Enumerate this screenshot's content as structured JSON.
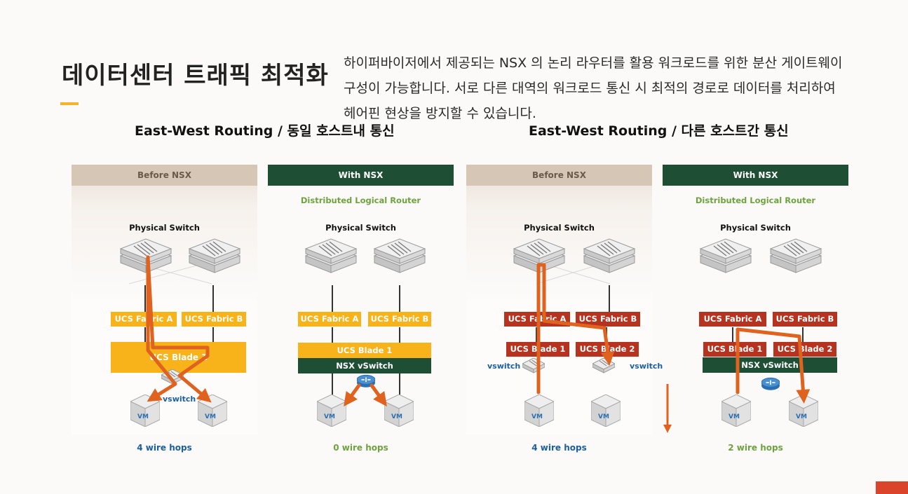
{
  "slide": {
    "title": "데이터센터 트래픽 최적화",
    "description_lines": [
      "하이퍼바이저에서 제공되는 NSX 의 논리 라우터를 활용 워크로드를 위한 분산 게이트웨이",
      "구성이 가능합니다. 서로 다른 대역의 워크로드 통신 시 최적의 경로로 데이터를 처리하여",
      "헤어핀 현상을 방지할 수 있습니다."
    ],
    "sections": [
      {
        "title": "East-West Routing / 동일 호스트내 통신"
      },
      {
        "title": "East-West Routing / 다른 호스트간 통신"
      }
    ],
    "panels": [
      {
        "header": "Before NSX",
        "physical_switch": "Physical Switch",
        "fabric_a": "UCS Fabric A",
        "fabric_b": "UCS Fabric B",
        "blade": "UCS Blade 1",
        "vswitch": "vswitch",
        "vm": "VM",
        "hops": "4 wire hops"
      },
      {
        "header": "With NSX",
        "dlr": "Distributed Logical Router",
        "physical_switch": "Physical Switch",
        "fabric_a": "UCS Fabric A",
        "fabric_b": "UCS Fabric B",
        "blade": "UCS Blade 1",
        "nsx_vswitch": "NSX vSwitch",
        "vm": "VM",
        "hops": "0 wire hops"
      },
      {
        "header": "Before NSX",
        "physical_switch": "Physical Switch",
        "fabric_a": "UCS Fabric A",
        "fabric_b": "UCS Fabric B",
        "blade1": "UCS Blade 1",
        "blade2": "UCS Blade 2",
        "vswitch_left": "vswitch",
        "vswitch_right": "vswitch",
        "vm": "VM",
        "hops": "4 wire hops"
      },
      {
        "header": "With NSX",
        "dlr": "Distributed Logical Router",
        "physical_switch": "Physical Switch",
        "fabric_a": "UCS Fabric A",
        "fabric_b": "UCS Fabric B",
        "blade1": "UCS Blade 1",
        "blade2": "UCS Blade 2",
        "nsx_vswitch": "NSX vSwitch",
        "vm": "VM",
        "hops": "2 wire hops"
      }
    ],
    "colors": {
      "accent": "#f5b22a",
      "fabric_yellow": "#f8b21a",
      "fabric_red": "#b5331f",
      "nsx_green": "#1e4f35",
      "traffic_arrow": "#e0621f",
      "hops_blue": "#1c5fa0",
      "hops_green": "#6ea23f"
    }
  }
}
